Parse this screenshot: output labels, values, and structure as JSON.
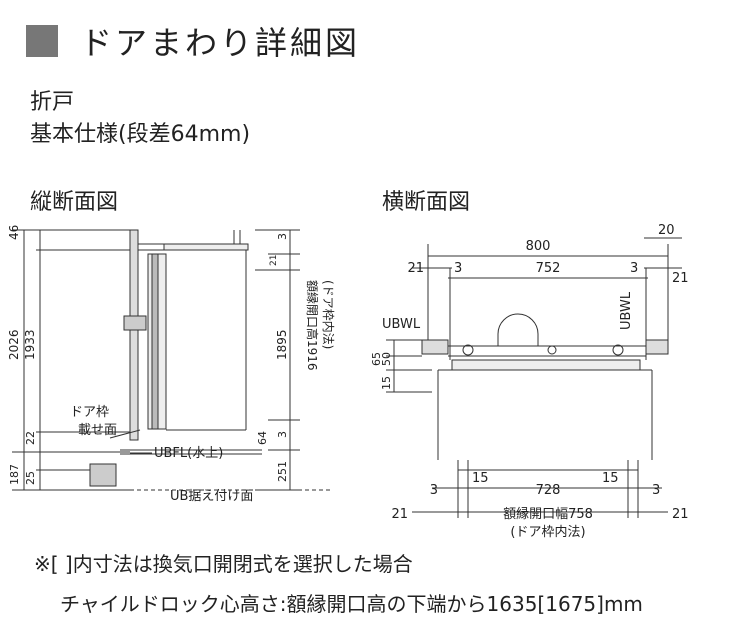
{
  "header": {
    "title": "ドアまわり詳細図"
  },
  "spec": {
    "type": "折戸",
    "variant": "基本仕様(段差64mm)"
  },
  "vertical": {
    "heading": "縦断面図",
    "dims_left": {
      "total": "2026",
      "top": "46",
      "mid": "1933",
      "d22": "22",
      "d187": "187",
      "d25": "25"
    },
    "dims_right": {
      "top3": "3",
      "d21": "21",
      "d1895": "1895",
      "d3b": "3",
      "d64": "64",
      "d251": "251"
    },
    "vlabel1": "額縁開口高1916",
    "vlabel2": "(ドア枠内法)",
    "lbl_frame1": "ドア枠",
    "lbl_frame2": "載せ面",
    "lbl_ubfl": "UBFL(水上)",
    "lbl_ub": "UB据え付け面"
  },
  "horizontal": {
    "heading": "横断面図",
    "d800": "800",
    "d20": "20",
    "d21l": "21",
    "d3l": "3",
    "d752": "752",
    "d3r": "3",
    "d21r": "21",
    "ubwl_left": "UBWL",
    "ubwl_right": "UBWL",
    "d65": "65",
    "d50": "50",
    "d15v": "15",
    "d15l": "15",
    "d15r": "15",
    "d3bl": "3",
    "d728": "728",
    "d3br": "3",
    "d21bl": "21",
    "wlabel": "額縁開口幅758",
    "d21br": "21",
    "wlabel2": "(ドア枠内法)"
  },
  "notes": {
    "line1": "※[ ]内寸法は換気口開閉式を選択した場合",
    "line2": "チャイルドロック心高さ:額縁開口高の下端から1635[1675]mm"
  }
}
